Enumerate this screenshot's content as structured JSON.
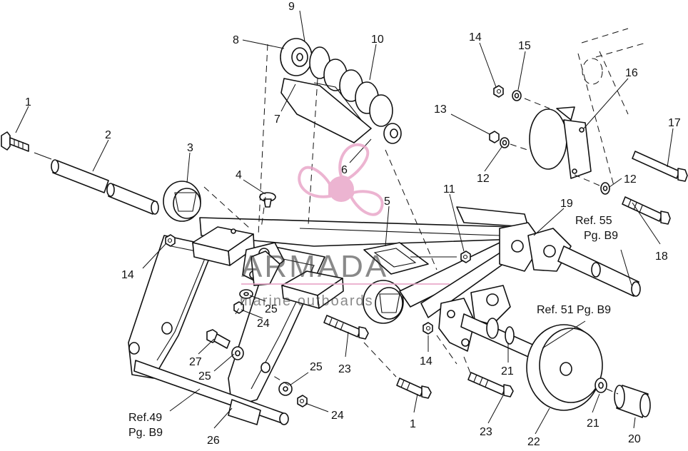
{
  "callouts": [
    "1",
    "2",
    "3",
    "4",
    "5",
    "6",
    "7",
    "8",
    "9",
    "10",
    "11",
    "12",
    "13",
    "14",
    "15",
    "16",
    "17",
    "18",
    "19",
    "20",
    "21",
    "22",
    "23",
    "24",
    "25",
    "26",
    "27"
  ],
  "refs": {
    "ref55_line1": "Ref. 55",
    "ref55_line2": "Pg. B9",
    "ref51": "Ref. 51 Pg. B9",
    "ref49_line1": "Ref.49",
    "ref49_line2": "Pg. B9"
  },
  "watermark": {
    "brand": "ARMADA",
    "tagline": "marine outboards",
    "logo": "propeller-logo",
    "logo_color": "#e8a2c6"
  }
}
